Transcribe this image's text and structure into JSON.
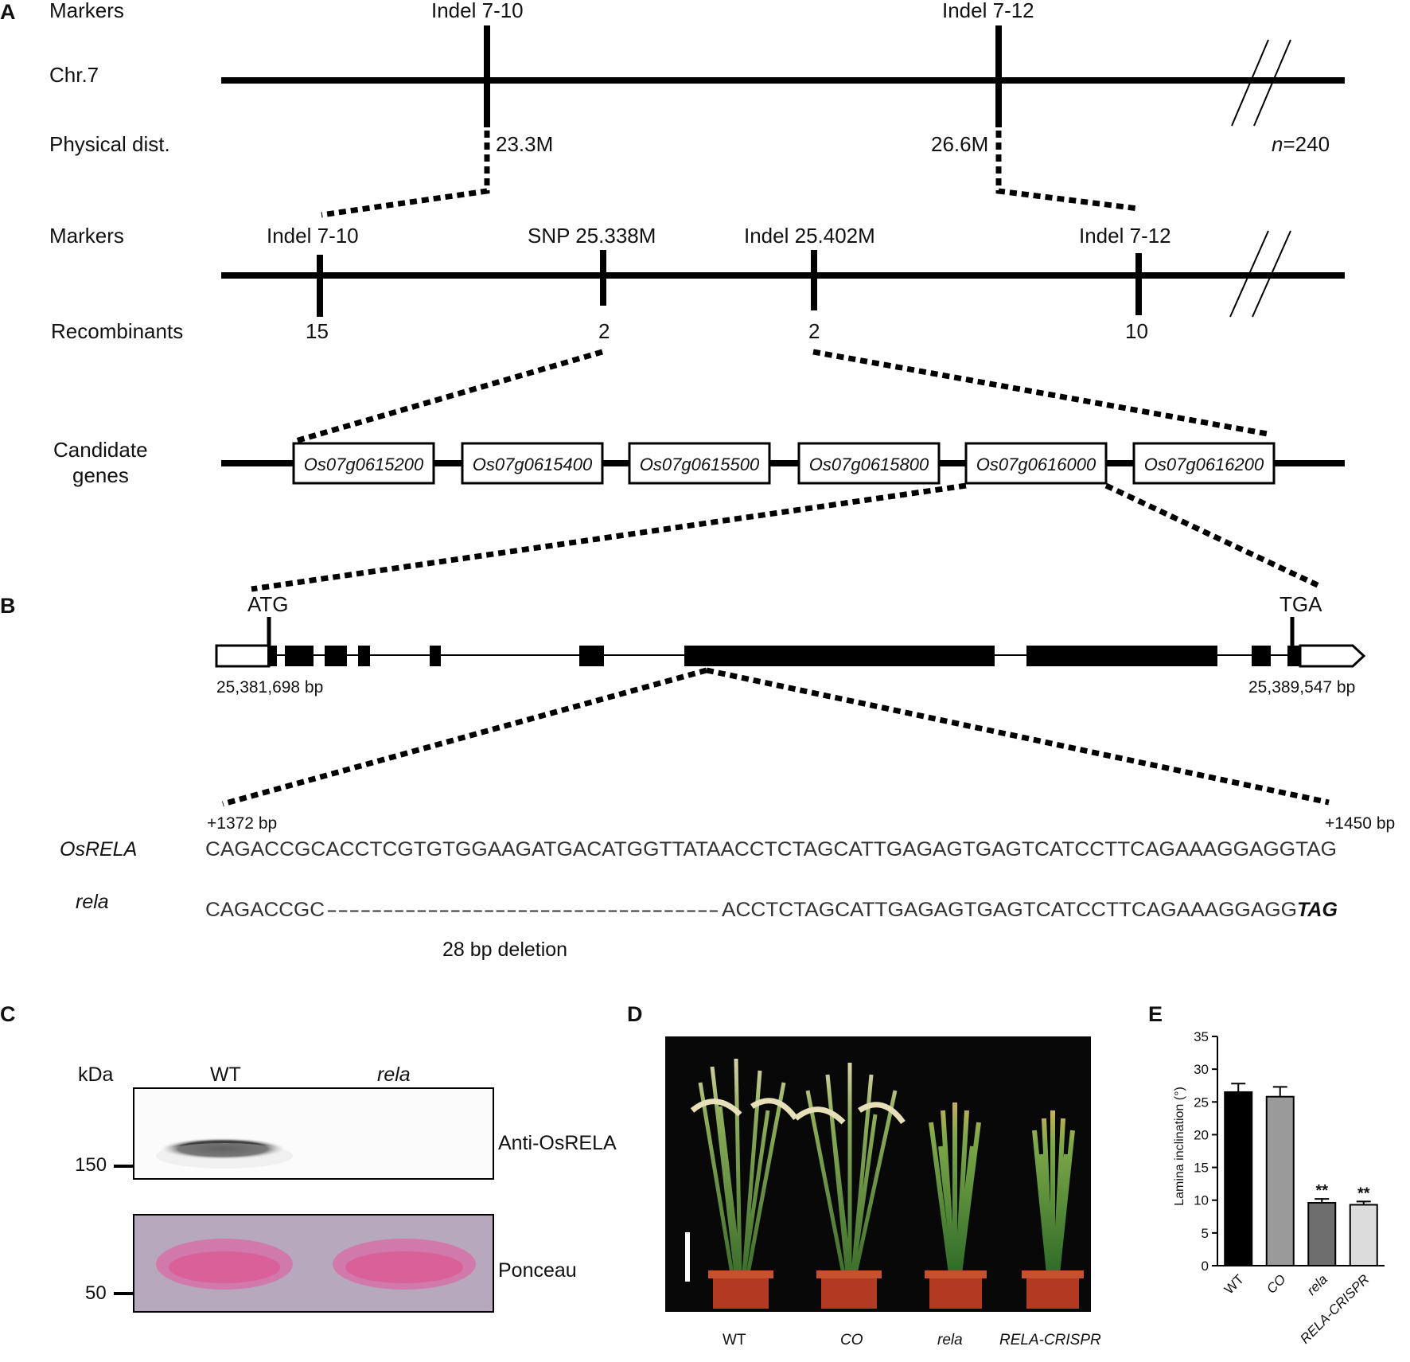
{
  "panels": {
    "a": "A",
    "b": "B",
    "c": "C",
    "d": "D",
    "e": "E"
  },
  "panel_a": {
    "markers_label": "Markers",
    "chr_label": "Chr.7",
    "phys_label": "Physical dist.",
    "top_markers": [
      "Indel 7-10",
      "Indel 7-12"
    ],
    "top_dist": [
      "23.3M",
      "26.6M"
    ],
    "n_prefix": "n",
    "n_value": "=240",
    "markers_label_2": "Markers",
    "fine_markers": [
      "Indel 7-10",
      "SNP 25.338M",
      "Indel 25.402M",
      "Indel 7-12"
    ],
    "recomb_label": "Recombinants",
    "recombinants": [
      "15",
      "2",
      "2",
      "10"
    ],
    "candidate_label_1": "Candidate",
    "candidate_label_2": "genes",
    "genes": [
      "Os07g0615200",
      "Os07g0615400",
      "Os07g0615500",
      "Os07g0615800",
      "Os07g0616000",
      "Os07g0616200"
    ]
  },
  "panel_b": {
    "start_codon": "ATG",
    "stop_codon": "TGA",
    "start_pos": "25,381,698 bp",
    "end_pos": "25,389,547 bp",
    "seq_start": "+1372 bp",
    "seq_end": "+1450 bp",
    "wt_name": "OsRELA",
    "wt_seq": "CAGACCGCACCTCGTGTGGAAGATGACATGGTTATAACCTCTAGCATTGAGAGTGAGTCATCCTTCAGAAAGGAGGTAG",
    "mut_name": "rela",
    "mut_seq_a": "CAGACCGC",
    "mut_gap": "-----------------------------------",
    "mut_seq_b": "ACCTCTAGCATTGAGAGTGAGTCATCCTTCAGAAAGGAGG",
    "mut_stop": "TAG",
    "deletion": "28 bp deletion"
  },
  "panel_c": {
    "kda": "kDa",
    "lanes": [
      "WT",
      "rela"
    ],
    "blot_label": "Anti-OsRELA",
    "stain_label": "Ponceau",
    "mw": [
      "150",
      "50"
    ]
  },
  "panel_d": {
    "labels": [
      "WT",
      "CO",
      "rela",
      "RELA-CRISPR"
    ]
  },
  "chart_data": {
    "type": "bar",
    "categories": [
      "WT",
      "CO",
      "rela",
      "RELA-CRISPR"
    ],
    "values": [
      26.5,
      25.8,
      9.6,
      9.3
    ],
    "errors": [
      1.3,
      1.5,
      0.6,
      0.5
    ],
    "significance": [
      "",
      "",
      "**",
      "**"
    ],
    "colors": [
      "#000000",
      "#9a9a9a",
      "#6e6e6e",
      "#dcdcdc"
    ],
    "ylabel": "Lamina inclination (°)",
    "ylim": [
      0,
      35
    ],
    "yticks": [
      "0",
      "5",
      "10",
      "15",
      "20",
      "25",
      "30",
      "35"
    ]
  }
}
